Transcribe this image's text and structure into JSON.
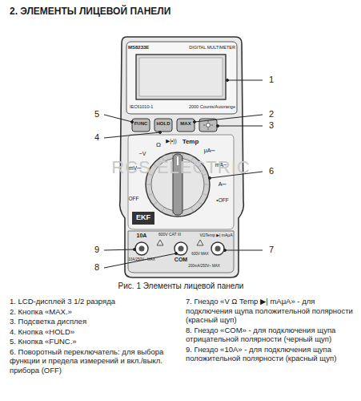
{
  "diagram": {
    "title": "2. ЭЛЕМЕНТЫ ЛИЦЕВОЙ ПАНЕЛИ",
    "caption": "Рис. 1 Элементы лицевой панели",
    "labels": [
      "MS8233E",
      "DIGITAL MULTIMETER",
      "IEC61010-1",
      "2000 Counts/Autorange",
      "FUNC",
      "HOLD",
      "MAX",
      "Ω",
      "▶|•))",
      "Temp",
      "μA⎓",
      "~V",
      "mA~",
      "mV⎓",
      "A⎓",
      "OFF",
      "•OFF",
      "EKF",
      "RCS ELECTRIC",
      "10A",
      "600V CAT III",
      "COM",
      "VΩTemp ▶| mAμA",
      "10A/250V~ MAX",
      "600V MAX",
      "200mA/250V~ MAX",
      "1",
      "2",
      "3",
      "4",
      "5",
      "6",
      "7",
      "8",
      "9",
      "1. LCD-дисплей 3 1/2 разряда",
      "2. Кнопка «MAX.»",
      "3. Подсветка дисплея",
      "4. Кнопка «HOLD»",
      "5. Кнопка «FUNC.»",
      "6. Поворотный переключатель: для выбора функции и предела измерений и вкл./выкл. прибора (OFF)",
      "7. Гнездо «V Ω Temp ▶| mAμA» - для подключения щупа положительной полярности (красный щуп)",
      "8. Гнездо «COM» - для подключения щупа отрицательной полярности (черный щуп)",
      "9. Гнездо «10A» - для подключения щупа положительной полярности (красный щуп)"
    ]
  }
}
